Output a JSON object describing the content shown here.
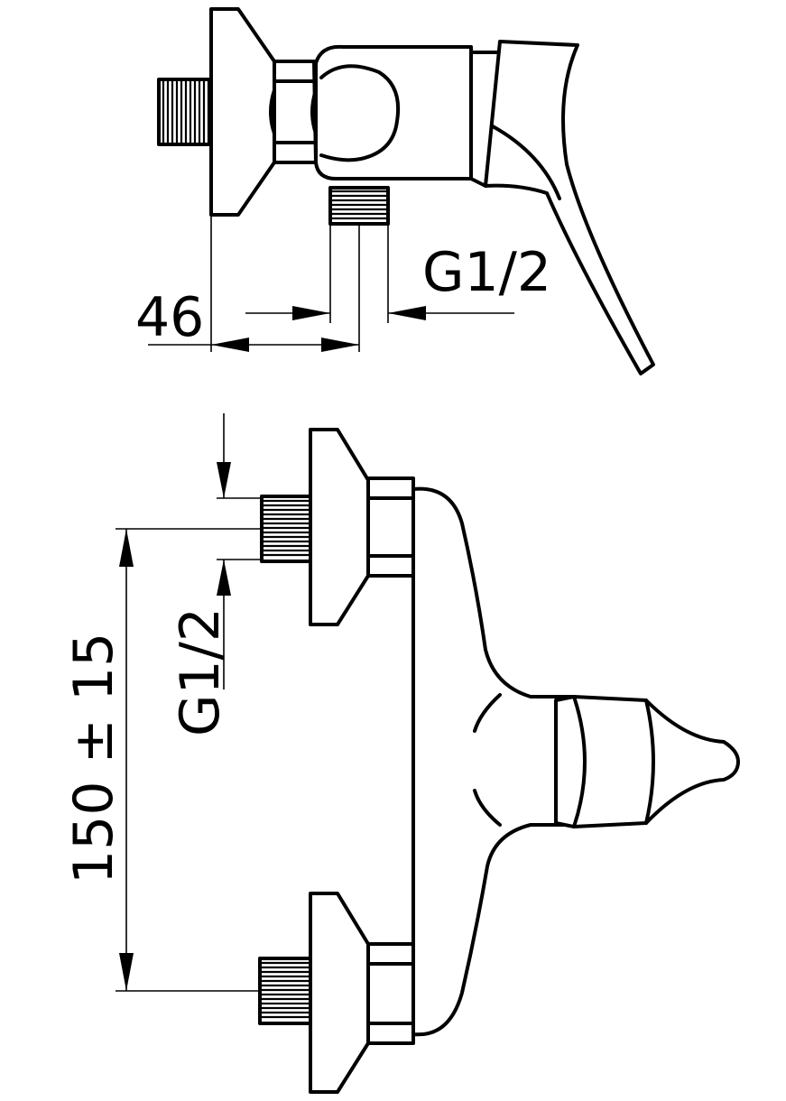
{
  "top_view": {
    "width_dim": "46",
    "thread_label": "G1/2"
  },
  "front_view": {
    "spacing_dim": "150 ± 15",
    "thread_label": "G1/2"
  }
}
